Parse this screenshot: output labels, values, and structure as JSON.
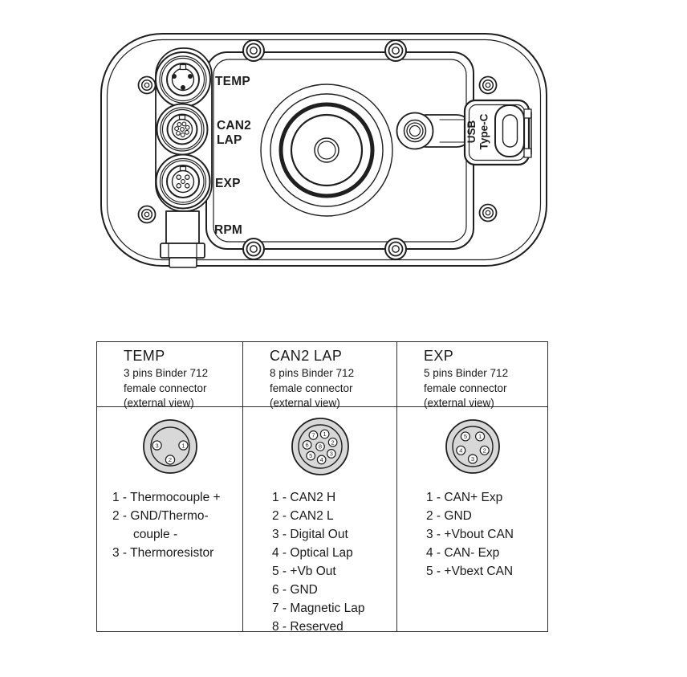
{
  "colors": {
    "line": "#1f1f1f",
    "connector_face": "#d8d8d8"
  },
  "device": {
    "labels": {
      "temp": "TEMP",
      "can2": "CAN2",
      "lap": "LAP",
      "exp": "EXP",
      "rpm": "RPM",
      "usb": "USB",
      "usb_type": "Type-C"
    }
  },
  "table": {
    "columns": [
      {
        "id": "temp",
        "title": "TEMP",
        "subtitle_lines": [
          "3 pins Binder 712",
          "female connector",
          "(external view)"
        ],
        "diagram": {
          "layout": "binder-3",
          "pins": [
            "1",
            "2",
            "3"
          ]
        },
        "pin_list": [
          "1 - Thermocouple +",
          "2 - GND/Thermo-",
          "couple -",
          "3 - Thermoresistor"
        ]
      },
      {
        "id": "can2-lap",
        "title": "CAN2 LAP",
        "subtitle_lines": [
          "8 pins Binder 712",
          "female connector",
          "(external view)"
        ],
        "diagram": {
          "layout": "binder-8",
          "pins": [
            "1",
            "2",
            "3",
            "4",
            "5",
            "6",
            "7",
            "8"
          ]
        },
        "pin_list": [
          "1 - CAN2 H",
          "2 - CAN2 L",
          "3 - Digital Out",
          "4 - Optical Lap",
          "5 - +Vb Out",
          "6 - GND",
          "7 - Magnetic Lap",
          "8 - Reserved"
        ]
      },
      {
        "id": "exp",
        "title": "EXP",
        "subtitle_lines": [
          "5 pins Binder 712",
          "female connector",
          "(external view)"
        ],
        "diagram": {
          "layout": "binder-5",
          "pins": [
            "1",
            "2",
            "3",
            "4",
            "5"
          ]
        },
        "pin_list": [
          "1 - CAN+ Exp",
          "2 - GND",
          "3 - +Vbout CAN",
          "4 - CAN- Exp",
          "5 - +Vbext CAN"
        ]
      }
    ]
  }
}
